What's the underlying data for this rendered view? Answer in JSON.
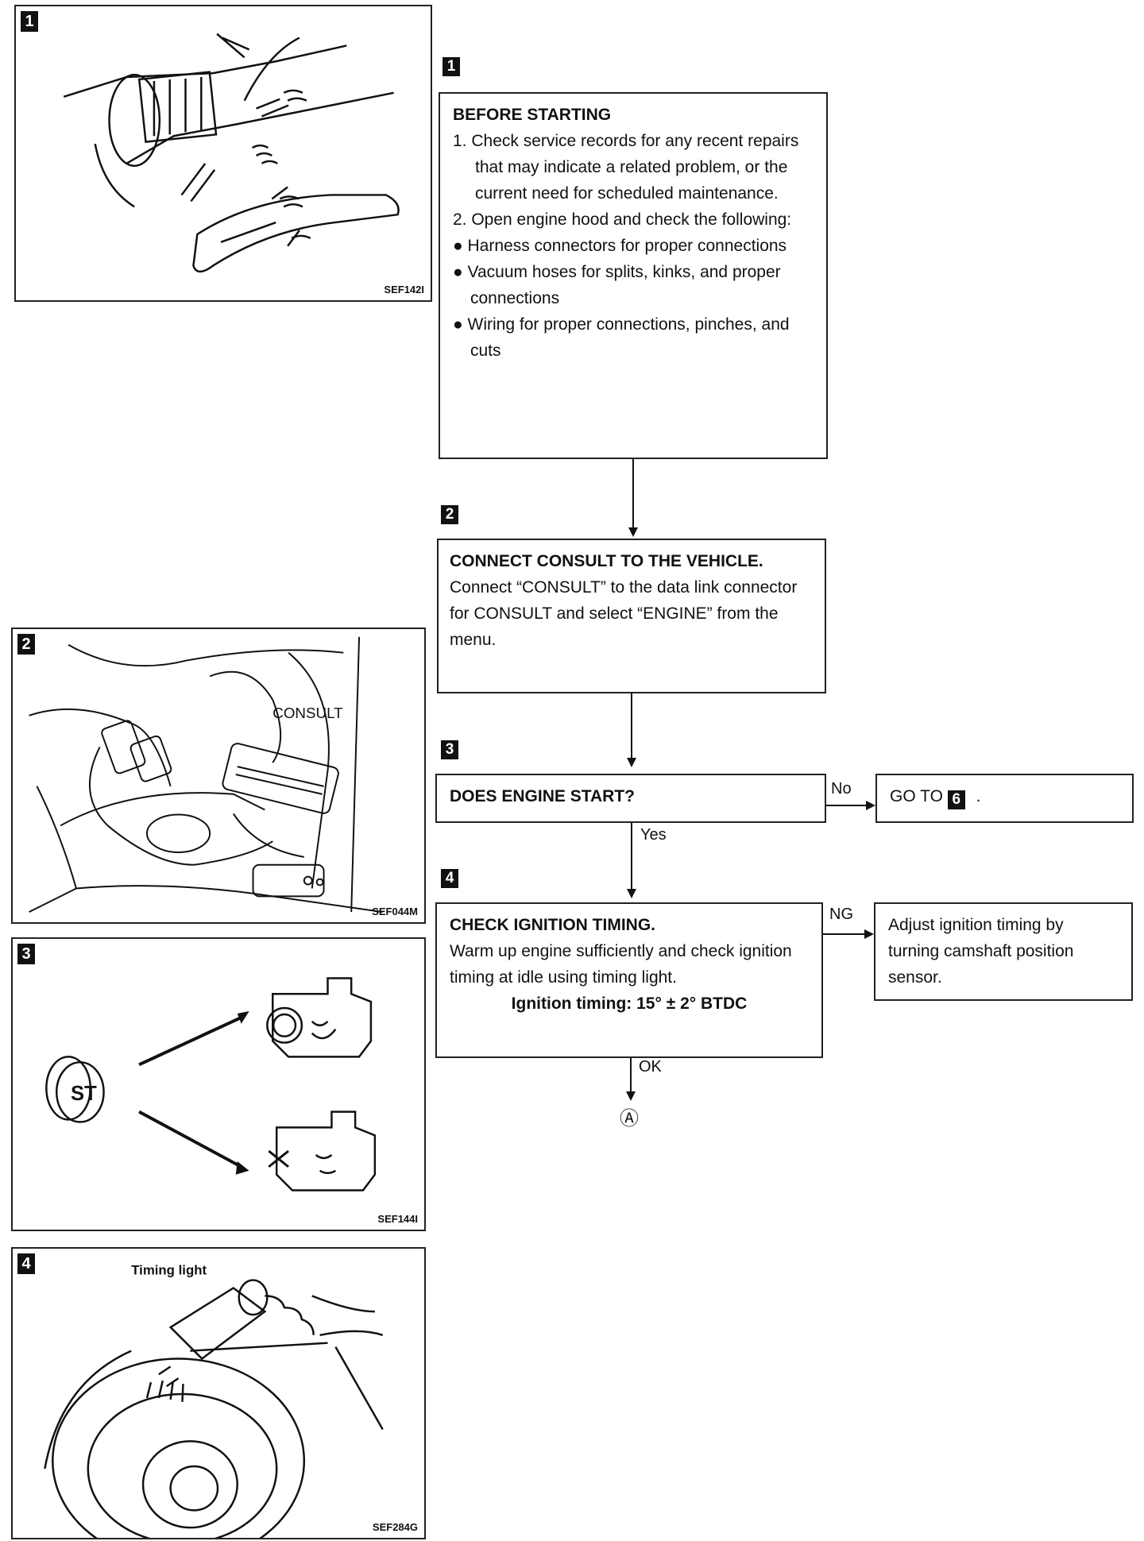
{
  "figures": [
    {
      "num": "1",
      "code": "SEF142I"
    },
    {
      "num": "2",
      "code": "SEF044M",
      "label": "CONSULT"
    },
    {
      "num": "3",
      "code": "SEF144I",
      "key_label": "ST"
    },
    {
      "num": "4",
      "code": "SEF284G",
      "label": "Timing light"
    }
  ],
  "steps": [
    {
      "num": "1",
      "title": "BEFORE STARTING",
      "items": [
        "1. Check service records for any recent repairs that may indicate a related problem, or the current need for scheduled maintenance.",
        "2. Open engine hood and check the following:"
      ],
      "bullets": [
        "● Harness connectors for proper connections",
        "● Vacuum hoses for splits, kinks, and proper connections",
        "● Wiring for proper connections, pinches, and cuts"
      ]
    },
    {
      "num": "2",
      "title": "CONNECT CONSULT TO THE VEHICLE.",
      "body": "Connect “CONSULT” to the data link connector for CONSULT and select “ENGINE” from the menu."
    },
    {
      "num": "3",
      "title": "DOES ENGINE START?",
      "no_label": "No",
      "yes_label": "Yes",
      "no_action_prefix": "GO TO",
      "no_action_num": "6",
      "no_action_suffix": "."
    },
    {
      "num": "4",
      "title": "CHECK IGNITION TIMING.",
      "body": "Warm up engine sufficiently and check ignition timing at idle using timing light.",
      "spec": "Ignition timing: 15° ± 2° BTDC",
      "ng_label": "NG",
      "ok_label": "OK",
      "ng_action": "Adjust ignition timing by turning camshaft position sensor.",
      "connector": "Ⓐ"
    }
  ]
}
